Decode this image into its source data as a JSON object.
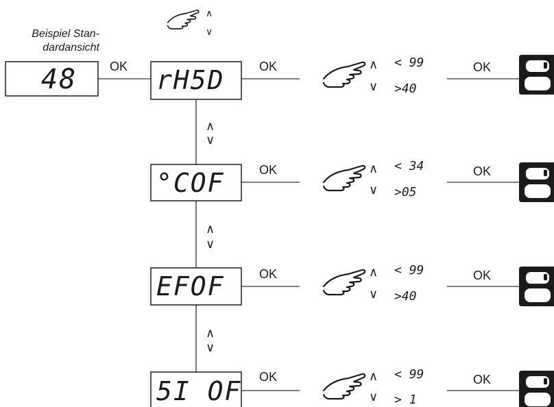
{
  "caption": "Beispiel Stan-\ndardansicht",
  "standard_display": "48",
  "ok_label": "OK",
  "rows": [
    {
      "code": "rH5D",
      "upper": "99",
      "lower": "40"
    },
    {
      "code": "°COF",
      "upper": "34",
      "lower": "05"
    },
    {
      "code": "EFOF",
      "upper": "99",
      "lower": "40"
    },
    {
      "code": "5I OF",
      "upper": "99",
      "lower": "1"
    }
  ],
  "arrows": {
    "up": "∧",
    "down": "∨"
  },
  "symbols": {
    "lt": "<",
    "gt": ">"
  },
  "icons": {
    "hand": "pointing-hand-icon",
    "save": "save-icon"
  }
}
